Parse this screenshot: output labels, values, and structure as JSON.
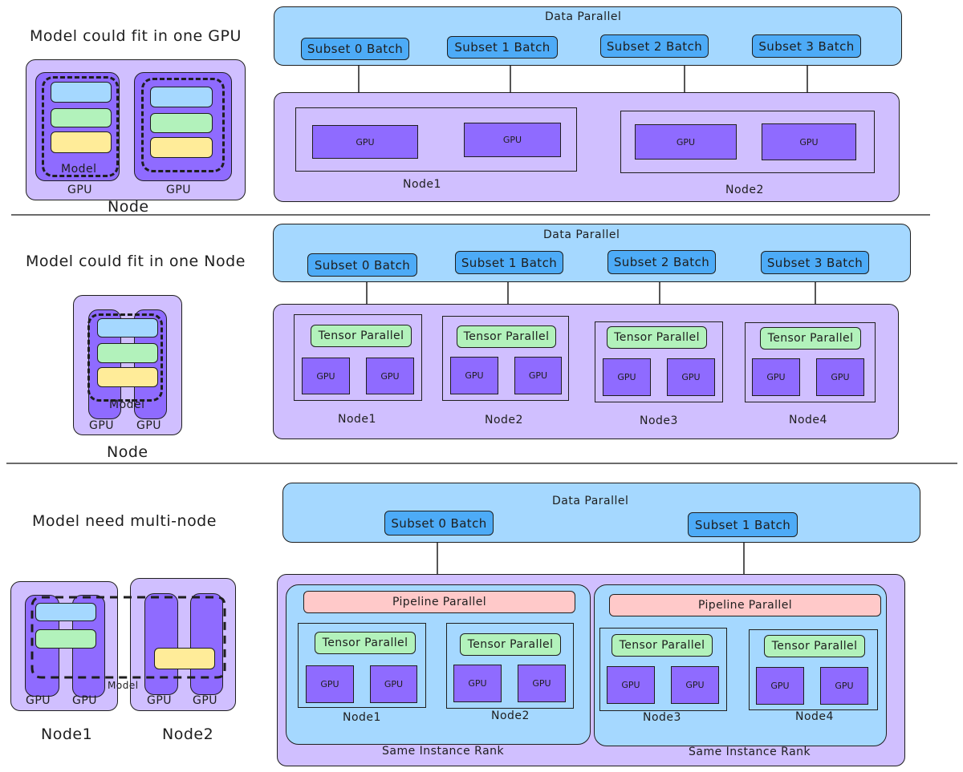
{
  "section1": {
    "heading": "Model could fit in one GPU",
    "data_parallel": "Data Parallel",
    "batches": [
      "Subset 0 Batch",
      "Subset 1 Batch",
      "Subset 2 Batch",
      "Subset 3 Batch"
    ],
    "gpu_label": "GPU",
    "model_label": "Model",
    "node_label": "Node",
    "nodes": [
      "Node1",
      "Node2"
    ]
  },
  "section2": {
    "heading": "Model could fit in one Node",
    "data_parallel": "Data Parallel",
    "batches": [
      "Subset 0 Batch",
      "Subset 1 Batch",
      "Subset 2 Batch",
      "Subset 3 Batch"
    ],
    "tensor_parallel": "Tensor Parallel",
    "gpu_label": "GPU",
    "model_label": "Model",
    "node_label": "Node",
    "nodes": [
      "Node1",
      "Node2",
      "Node3",
      "Node4"
    ]
  },
  "section3": {
    "heading": "Model need multi-node",
    "data_parallel": "Data Parallel",
    "batches": [
      "Subset 0 Batch",
      "Subset 1 Batch"
    ],
    "pipeline_parallel": "Pipeline Parallel",
    "tensor_parallel": "Tensor Parallel",
    "gpu_label": "GPU",
    "model_label": "Model",
    "left_nodes": [
      "Node1",
      "Node2"
    ],
    "nodes": [
      "Node1",
      "Node2",
      "Node3",
      "Node4"
    ],
    "same_instance_rank": "Same Instance Rank"
  },
  "colors": {
    "purple_bg": "#d0bfff",
    "blue_bg": "#a5d8ff",
    "gpu": "#8f6bff",
    "batch": "#4dabf7",
    "tensor_parallel": "#b2f2bb",
    "pipeline_parallel": "#ffc9c9",
    "model_layer_blue": "#a5d8ff",
    "model_layer_green": "#b2f2bb",
    "model_layer_yellow": "#ffec99"
  }
}
